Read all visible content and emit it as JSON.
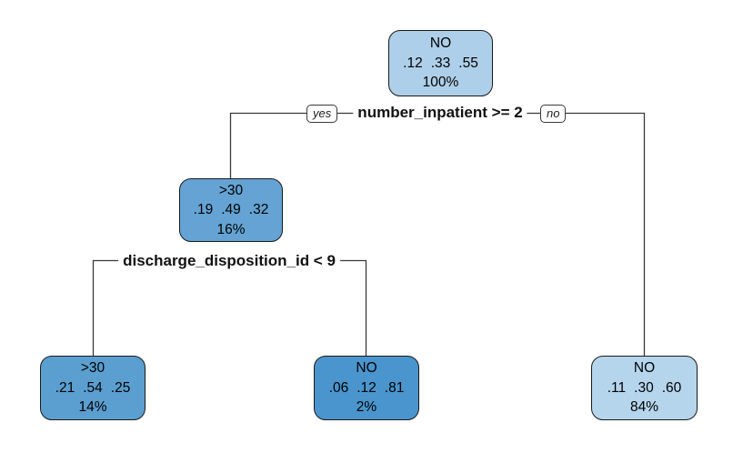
{
  "figure": {
    "background": "#ffffff",
    "edge_color": "#3a3a3a",
    "node_border_color": "#1a1a1a"
  },
  "tree": {
    "type": "decision-tree",
    "branch_labels": {
      "yes": "yes",
      "no": "no"
    },
    "splits": [
      {
        "condition": "number_inpatient >= 2"
      },
      {
        "condition": "discharge_disposition_id < 9"
      }
    ],
    "nodes": [
      {
        "label": "NO",
        "probs": [
          ".12",
          ".33",
          ".55"
        ],
        "coverage": "100%",
        "fill": "#aecfe9"
      },
      {
        "label": ">30",
        "probs": [
          ".19",
          ".49",
          ".32"
        ],
        "coverage": "16%",
        "fill": "#64a3d3"
      },
      {
        "label": ">30",
        "probs": [
          ".21",
          ".54",
          ".25"
        ],
        "coverage": "14%",
        "fill": "#5b9ed0"
      },
      {
        "label": "NO",
        "probs": [
          ".06",
          ".12",
          ".81"
        ],
        "coverage": "2%",
        "fill": "#4a95cd"
      },
      {
        "label": "NO",
        "probs": [
          ".11",
          ".30",
          ".60"
        ],
        "coverage": "84%",
        "fill": "#b5d5ec"
      }
    ]
  }
}
